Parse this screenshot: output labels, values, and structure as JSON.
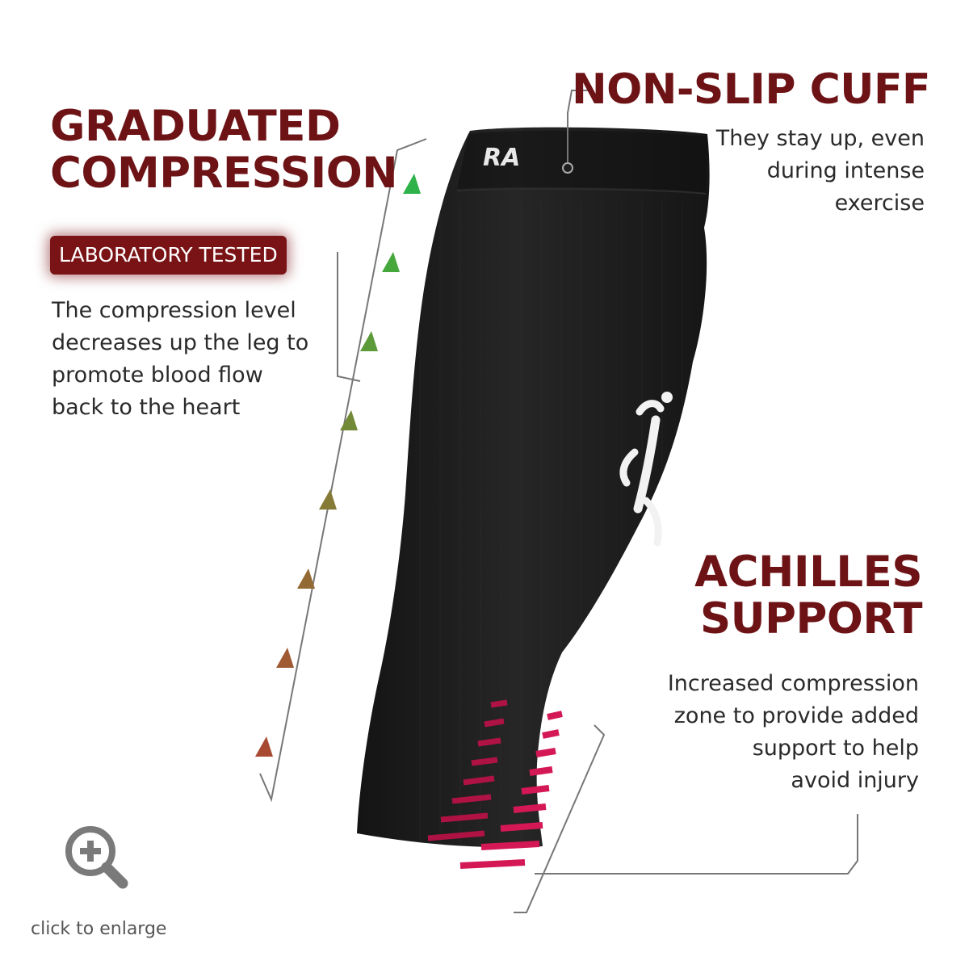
{
  "features": {
    "graduated": {
      "heading": [
        "GRADUATED",
        "COMPRESSION"
      ],
      "badge": "LABORATORY TESTED",
      "description": [
        "The compression level",
        "decreases up the leg to",
        "promote blood flow",
        "back to the heart"
      ]
    },
    "cuff": {
      "heading": "NON-SLIP CUFF",
      "description": [
        "They stay up, even",
        "during intense",
        "exercise"
      ]
    },
    "achilles": {
      "heading": [
        "ACHILLES",
        "SUPPORT"
      ],
      "description": [
        "Increased compression",
        "zone to provide added",
        "support to help",
        "avoid injury"
      ]
    }
  },
  "enlarge": {
    "label": "click to enlarge",
    "icon": "zoom-in-magnifier-icon"
  },
  "colors": {
    "heading": "#6d1316",
    "badge_bg": "#7a1316",
    "sleeve": "#1e1e1e",
    "achilles_stripes": "#c8104a",
    "arrow_top": "#2fb24a",
    "arrow_bottom": "#a84a32"
  }
}
